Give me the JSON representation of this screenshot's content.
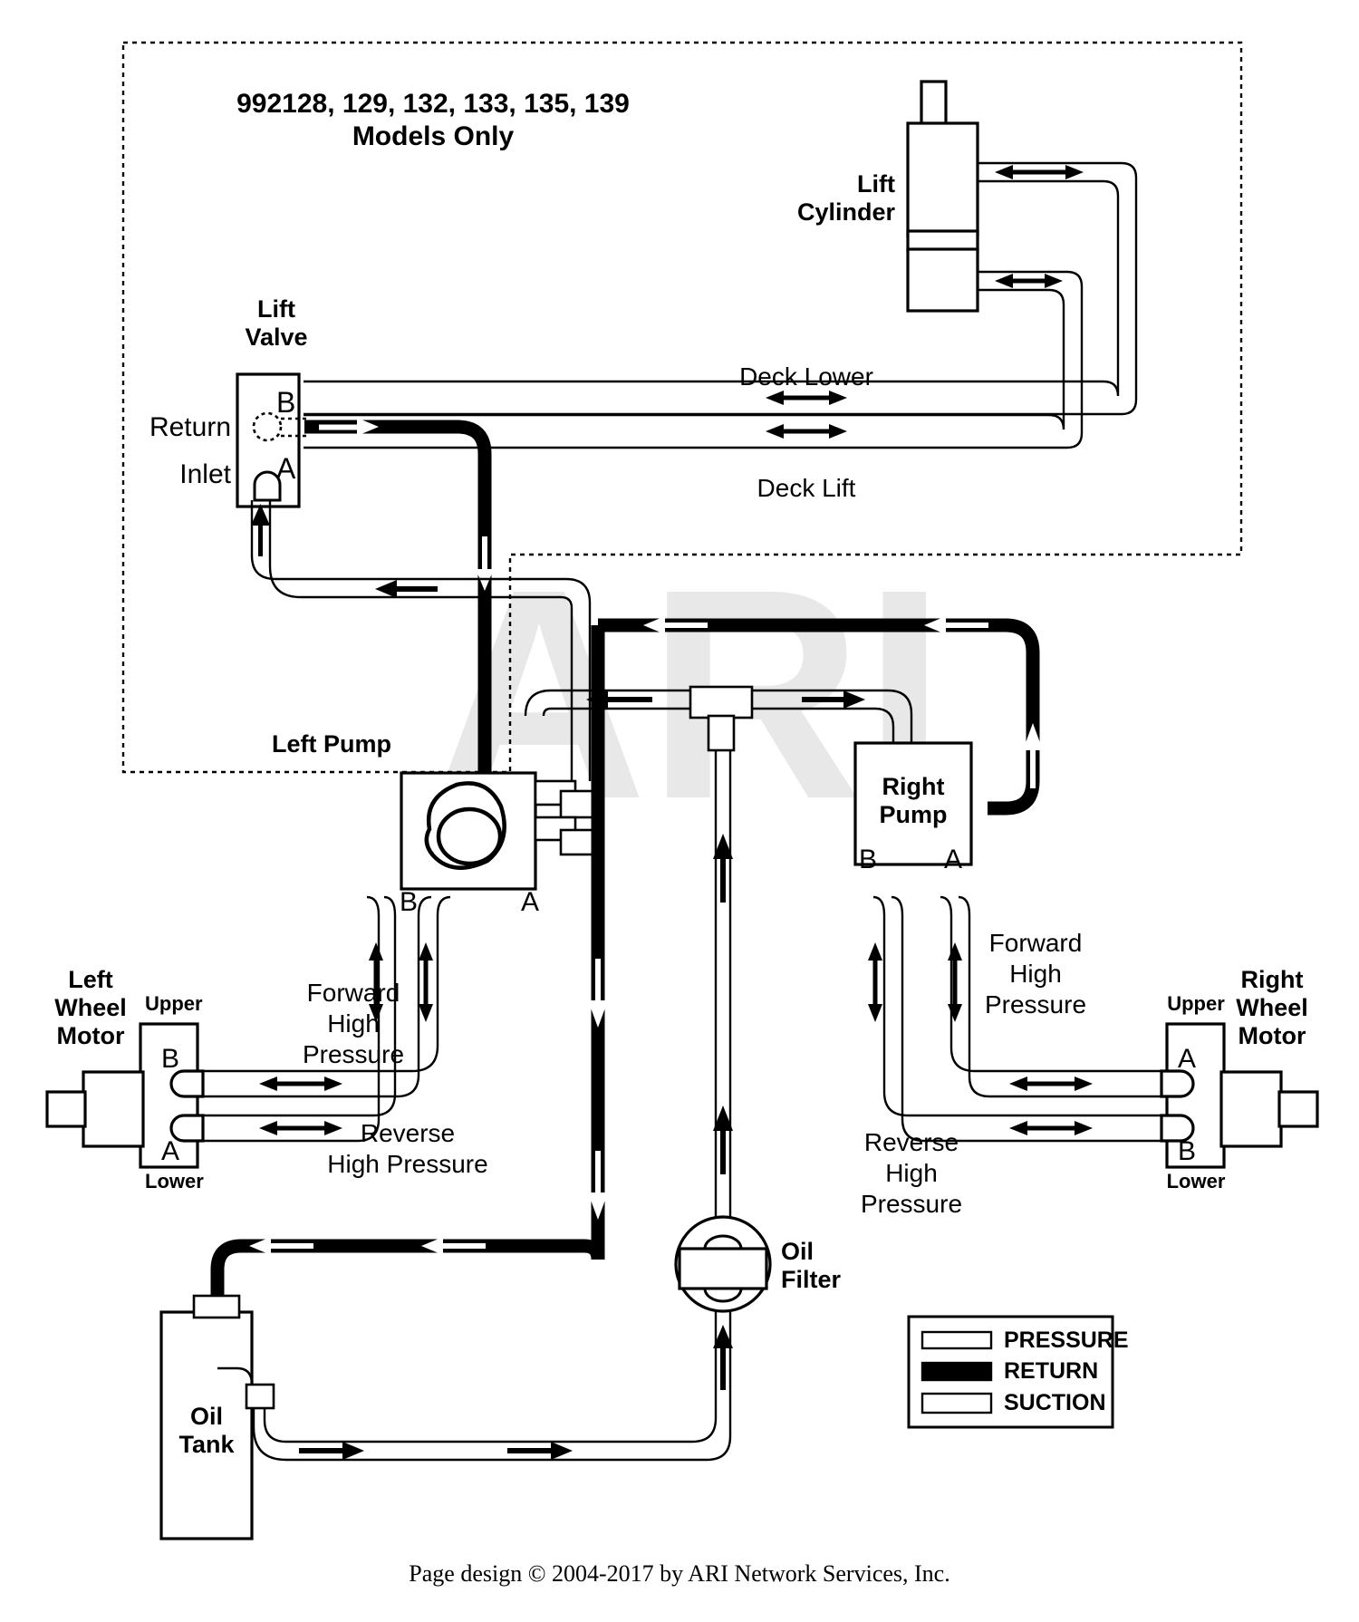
{
  "title": {
    "line1": "992128, 129, 132, 133, 135, 139",
    "line2": "Models Only"
  },
  "components": {
    "lift_cylinder": "Lift\nCylinder",
    "lift_cylinder_l1": "Lift",
    "lift_cylinder_l2": "Cylinder",
    "lift_valve_l1": "Lift",
    "lift_valve_l2": "Valve",
    "lift_valve_port_b": "B",
    "lift_valve_port_a": "A",
    "lift_valve_return": "Return",
    "lift_valve_inlet": "Inlet",
    "left_pump": "Left Pump",
    "left_pump_port_b": "B",
    "left_pump_port_a": "A",
    "right_pump_l1": "Right",
    "right_pump_l2": "Pump",
    "right_pump_port_b": "B",
    "right_pump_port_a": "A",
    "left_wheel_motor_l1": "Left",
    "left_wheel_motor_l2": "Wheel",
    "left_wheel_motor_l3": "Motor",
    "left_motor_upper": "Upper",
    "left_motor_lower": "Lower",
    "left_motor_port_b": "B",
    "left_motor_port_a": "A",
    "right_wheel_motor_l1": "Right",
    "right_wheel_motor_l2": "Wheel",
    "right_wheel_motor_l3": "Motor",
    "right_motor_upper": "Upper",
    "right_motor_lower": "Lower",
    "right_motor_port_a": "A",
    "right_motor_port_b": "B",
    "oil_filter_l1": "Oil",
    "oil_filter_l2": "Filter",
    "oil_tank_l1": "Oil",
    "oil_tank_l2": "Tank"
  },
  "flow_labels": {
    "deck_lower": "Deck Lower",
    "deck_lift": "Deck Lift",
    "left_forward_l1": "Forward",
    "left_forward_l2": "High",
    "left_forward_l3": "Pressure",
    "left_reverse_l1": "Reverse",
    "left_reverse_l2": "High Pressure",
    "right_forward_l1": "Forward",
    "right_forward_l2": "High",
    "right_forward_l3": "Pressure",
    "right_reverse_l1": "Reverse",
    "right_reverse_l2": "High",
    "right_reverse_l3": "Pressure"
  },
  "legend": {
    "items": [
      {
        "label": "PRESSURE",
        "style": "outline",
        "color": "#ffffff"
      },
      {
        "label": "RETURN",
        "style": "filled",
        "color": "#000000"
      },
      {
        "label": "SUCTION",
        "style": "outline",
        "color": "#ffffff"
      }
    ]
  },
  "watermark": "ARI",
  "footer": "Page design © 2004-2017 by ARI Network Services, Inc.",
  "colors": {
    "line": "#000000",
    "background": "#ffffff",
    "watermark": "#e8e8e8"
  }
}
